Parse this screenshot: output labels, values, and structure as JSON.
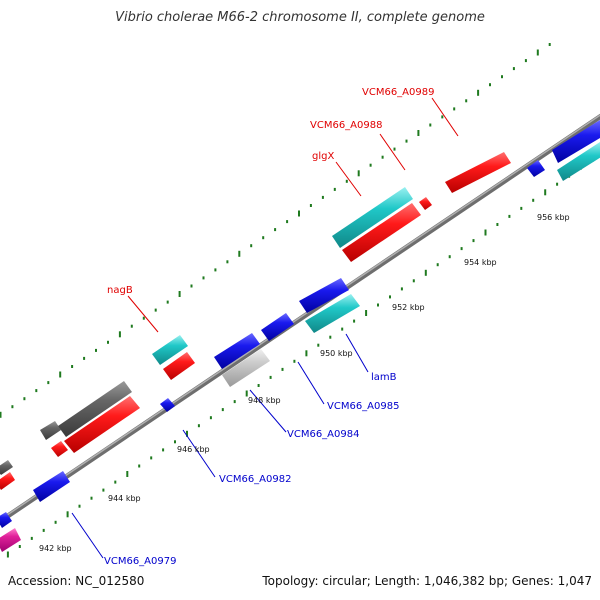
{
  "title": "Vibrio cholerae M66-2 chromosome II, complete genome",
  "accession": "Accession: NC_012580",
  "topology": "Topology: circular; Length: 1,046,382 bp; Genes: 1,047",
  "ruler_labels": [
    "942 kbp",
    "944 kbp",
    "946 kbp",
    "948 kbp",
    "950 kbp",
    "952 kbp",
    "954 kbp",
    "956 kbp"
  ],
  "gene_labels": {
    "nagB": "nagB",
    "glgX": "glgX",
    "VCM66_A0988": "VCM66_A0988",
    "VCM66_A0989": "VCM66_A0989",
    "lamB": "lamB",
    "VCM66_A0985": "VCM66_A0985",
    "VCM66_A0984": "VCM66_A0984",
    "VCM66_A0982": "VCM66_A0982",
    "VCM66_A0979": "VCM66_A0979"
  },
  "colors": {
    "red": "#ff1a1a",
    "blue": "#1a1aee",
    "cyan": "#20c8c8",
    "gray": "#666666",
    "lightgray": "#c8c8c8",
    "magenta": "#e0209a",
    "backbone": "#808080",
    "tick": "#1f7a1f"
  }
}
